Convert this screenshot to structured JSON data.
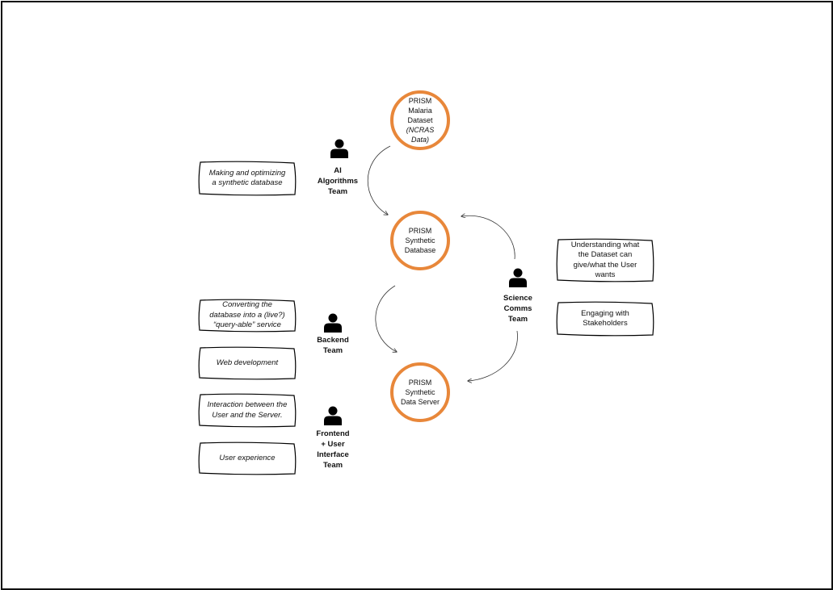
{
  "nodes": {
    "malaria": [
      "PRISM",
      "Malaria",
      "Dataset"
    ],
    "malaria_italic": [
      "(NCRAS",
      "Data)"
    ],
    "synthetic_db": [
      "PRISM",
      "Synthetic",
      "Database"
    ],
    "data_server": [
      "PRISM",
      "Synthetic",
      "Data Server"
    ]
  },
  "teams": {
    "ai": [
      "AI",
      "Algorithms",
      "Team"
    ],
    "backend": [
      "Backend",
      "Team"
    ],
    "frontend": [
      "Frontend",
      "+ User",
      "Interface",
      "Team"
    ],
    "scicomms": [
      "Science",
      "Comms",
      "Team"
    ]
  },
  "tasks": {
    "ai_task": [
      "Making and optimizing",
      "a synthetic database"
    ],
    "backend_task_1": [
      "Converting the",
      "database into a (live?)",
      "“query-able” service"
    ],
    "backend_task_2": [
      "Web development"
    ],
    "frontend_task_1": [
      "Interaction between the",
      "User and the Server."
    ],
    "frontend_task_2": [
      "User experience"
    ],
    "scicomms_task_1": [
      "Understanding what",
      "the Dataset can",
      "give/what the User",
      "wants"
    ],
    "scicomms_task_2": [
      "Engaging with",
      "Stakeholders"
    ]
  },
  "icons": {
    "person": "person-icon"
  },
  "colors": {
    "circle_border": "#e8873a",
    "frame": "#111111",
    "text": "#111111"
  }
}
